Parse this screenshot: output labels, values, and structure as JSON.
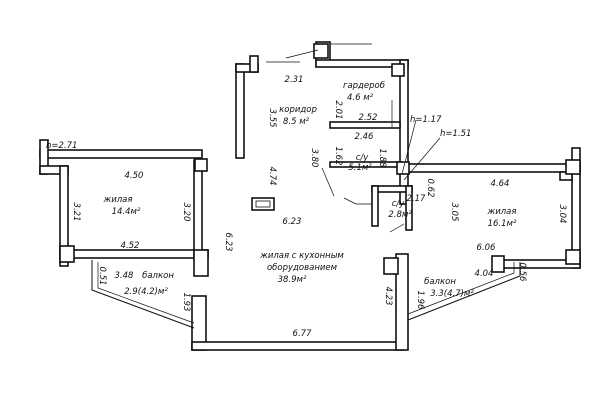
{
  "rooms": {
    "living_left": {
      "name": "жилая",
      "area": "14.4м²"
    },
    "living_right": {
      "name": "жилая",
      "area": "16.1м²"
    },
    "main": {
      "name_line1": "жилая с кухонным",
      "name_line2": "оборудованием",
      "area": "38.9м²"
    },
    "corridor": {
      "name": "коридор",
      "area": "8.5 м²"
    },
    "wardrobe": {
      "name": "гардероб",
      "area": "4.6 м²"
    },
    "bath1": {
      "name": "с/у",
      "area": "5.1м²"
    },
    "bath2": {
      "name": "с/у",
      "area": "2.8м²"
    },
    "balcony_left": {
      "name": "балкон",
      "area": "2.9(4.2)м²"
    },
    "balcony_right": {
      "name": "балкон",
      "area": "3.3(4.7)м²"
    }
  },
  "heights": {
    "left": "h=2.71",
    "bath1": "h=1.17",
    "bath2": "h=1.51"
  },
  "dimensions": {
    "d_2_31": "2.31",
    "d_3_55": "3.55",
    "d_2_01": "2.01",
    "d_2_52": "2.52",
    "d_2_46": "2.46",
    "d_1_62": "1.62",
    "d_3_80": "3.80",
    "d_1_88": "1.88",
    "d_4_50": "4.50",
    "d_4_74": "4.74",
    "d_3_21": "3.21",
    "d_3_20": "3.20",
    "d_4_52": "4.52",
    "d_6_23_a": "6.23",
    "d_6_23_b": "6.23",
    "d_3_48": "3.48",
    "d_0_51": "0.51",
    "d_1_93": "1.93",
    "d_2_17": "2.17",
    "d_0_62": "0.62",
    "d_4_64": "4.64",
    "d_3_05": "3.05",
    "d_3_04": "3.04",
    "d_6_06": "6.06",
    "d_4_04": "4.04",
    "d_4_23": "4.23",
    "d_1_96": "1.96",
    "d_0_56": "0.56",
    "d_6_77": "6.77"
  }
}
